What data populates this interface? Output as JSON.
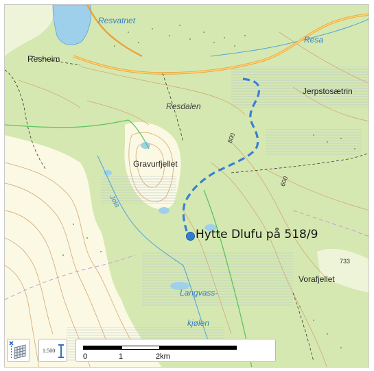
{
  "map": {
    "labels": {
      "resvatnet": "Resvatnet",
      "resheim": "Resheim",
      "resa": "Resa",
      "jerpstosaetrin": "Jerpstosætrin",
      "resdalen": "Resdalen",
      "gravurfjellet": "Gravurfjellet",
      "jola": "Jola",
      "langvass": "Langvass-",
      "kjolen": "kjølen",
      "vorafjellet": "Vorafjellet",
      "elev_733": "733",
      "elev_600": "600",
      "elev_800": "800"
    },
    "marker": {
      "label": "Hytte Dlufu på 518/9",
      "color": "#2f7fd0"
    },
    "route_color": "#3a7fd5",
    "colors": {
      "forest": "#d5e8b1",
      "open_land": "#fbf9e4",
      "water": "#9ed0ec",
      "contour": "#d6a672",
      "road": "#f5a623",
      "boundary": "#5cc35c",
      "admin_boundary": "#c79ad6"
    }
  },
  "controls": {
    "scale_text": "1:500",
    "grid_icon": "grid-coordinate-icon",
    "scale_icon": "scale-ruler-icon"
  },
  "scalebar": {
    "ticks": [
      "0",
      "1",
      "2km"
    ]
  }
}
